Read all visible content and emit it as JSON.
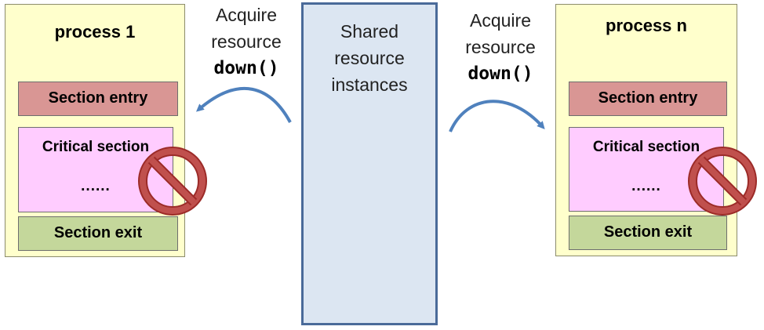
{
  "shared": {
    "lines": [
      "Shared",
      "resource",
      "instances"
    ]
  },
  "left_label": {
    "line1": "Acquire",
    "line2": "resource",
    "code": "down()"
  },
  "right_label": {
    "line1": "Acquire",
    "line2": "resource",
    "code": "down()"
  },
  "process_left": {
    "title": "process 1",
    "entry": "Section entry",
    "critical": "Critical section",
    "dots": "......",
    "exit": "Section exit"
  },
  "process_right": {
    "title": "process n",
    "entry": "Section entry",
    "critical": "Critical section",
    "dots": "......",
    "exit": "Section exit"
  },
  "colors": {
    "process_bg": "#ffffcc",
    "entry": "#d99694",
    "critical": "#ffccff",
    "exit": "#c4d79b",
    "shared_bg": "#dce6f2",
    "arrow": "#4f81bd",
    "prohibit": "#c0504d"
  },
  "icons": [
    "prohibited-icon",
    "arrow-icon"
  ]
}
